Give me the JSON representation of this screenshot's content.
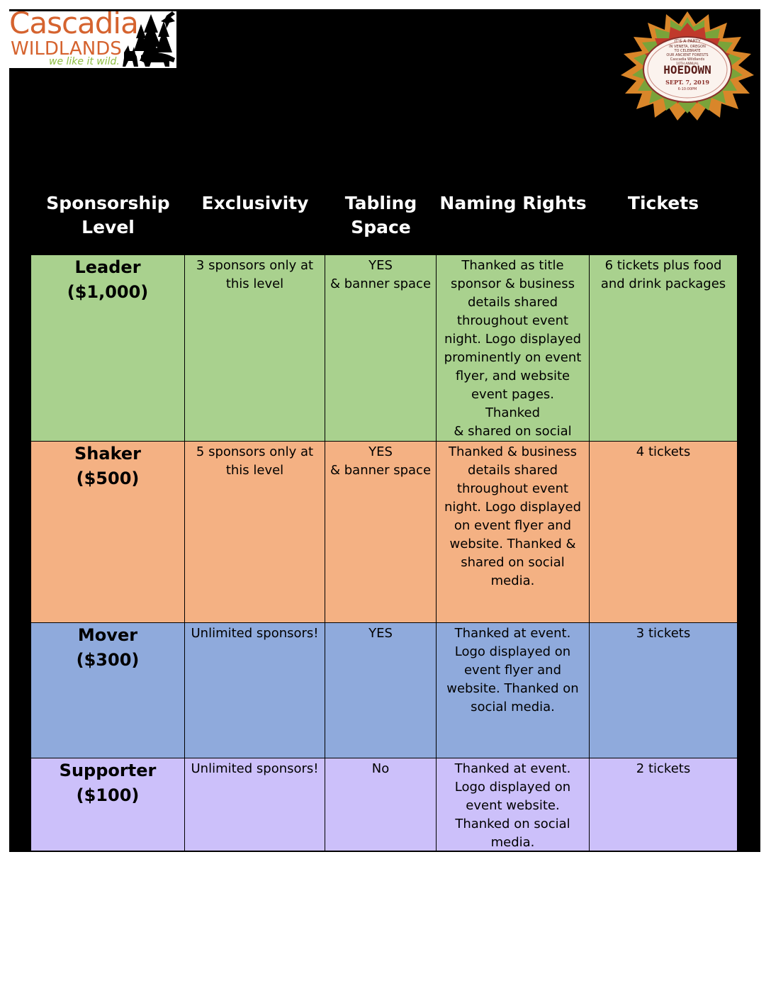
{
  "logo": {
    "name": "Cascadia",
    "sub": "WILDLANDS",
    "tagline": "we like it wild."
  },
  "badge": {
    "line1": "IT'S A PARTY",
    "line2": "IN VENETA, OREGON",
    "line3": "TO CELEBRATE",
    "line4": "OUR ANCIENT FORESTS",
    "org": "Cascadia Wildlands",
    "annual": "10TH ANNUAL",
    "title": "HOEDOWN",
    "date": "SEPT. 7, 2019",
    "time": "6-10:00PM"
  },
  "headers": {
    "level": "Sponsorship\nLevel",
    "exclusivity": "Exclusivity",
    "tabling": "Tabling\nSpace",
    "naming": "Naming Rights",
    "tickets": "Tickets"
  },
  "tiers": [
    {
      "level": "Leader\n($1,000)",
      "exclusivity": "3 sponsors only at\nthis level",
      "tabling": "YES\n& banner space",
      "naming": "Thanked as title\nsponsor & business\ndetails shared\nthroughout event\nnight. Logo displayed\nprominently on event\nflyer, and website\nevent pages. Thanked\n& shared on social\nmedia.",
      "tickets": "6 tickets plus food\nand drink packages",
      "color": "#a9d18e"
    },
    {
      "level": "Shaker\n($500)",
      "exclusivity": "5 sponsors only at\nthis level",
      "tabling": "YES\n& banner space",
      "naming": "Thanked & business\ndetails shared\nthroughout event\nnight. Logo displayed\non event flyer and\nwebsite. Thanked &\nshared on social\nmedia.",
      "tickets": "4 tickets",
      "color": "#f4b183"
    },
    {
      "level": "Mover\n($300)",
      "exclusivity": "Unlimited sponsors!",
      "tabling": "YES",
      "naming": "Thanked at event.\nLogo displayed on\nevent flyer and\nwebsite. Thanked on\nsocial media.",
      "tickets": "3 tickets",
      "color": "#8faadc"
    },
    {
      "level": "Supporter\n($100)",
      "exclusivity": "Unlimited sponsors!",
      "tabling": "No",
      "naming": "Thanked at event.\nLogo displayed on\nevent website.\nThanked on social\nmedia.",
      "tickets": "2 tickets",
      "color": "#ccc0fa"
    }
  ]
}
